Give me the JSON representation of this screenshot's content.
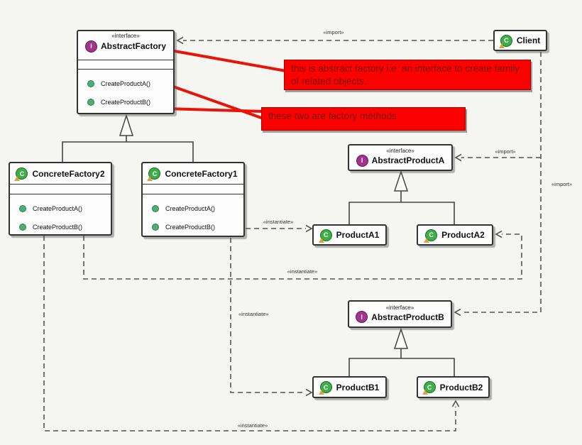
{
  "diagram": {
    "title": "Abstract Factory pattern UML class diagram",
    "icon_letters": {
      "interface": "I",
      "class": "C"
    },
    "classes": {
      "abstract_factory": {
        "stereotype": "«interface»",
        "name": "AbstractFactory",
        "methods": [
          "CreateProductA()",
          "CreateProductB()"
        ]
      },
      "client": {
        "name": "Client"
      },
      "concrete_factory2": {
        "name": "ConcreteFactory2",
        "methods": [
          "CreateProductA()",
          "CreateProductB()"
        ]
      },
      "concrete_factory1": {
        "name": "ConcreteFactory1",
        "methods": [
          "CreateProductA()",
          "CreateProductB()"
        ]
      },
      "abstract_product_a": {
        "stereotype": "«interface»",
        "name": "AbstractProductA"
      },
      "product_a1": {
        "name": "ProductA1"
      },
      "product_a2": {
        "name": "ProductA2"
      },
      "abstract_product_b": {
        "stereotype": "«interface»",
        "name": "AbstractProductB"
      },
      "product_b1": {
        "name": "ProductB1"
      },
      "product_b2": {
        "name": "ProductB2"
      }
    },
    "annotations": {
      "note_abstract_factory": "this is abstract factory i.e. an interface to create family of related objects.",
      "note_factory_methods": "these two are factory methods"
    },
    "edges": [
      {
        "from": "Client",
        "to": "AbstractFactory",
        "label": "«import»"
      },
      {
        "from": "Client",
        "to": "AbstractProductA",
        "label": "«import»"
      },
      {
        "from": "Client",
        "to": "AbstractProductB",
        "label": "«import»"
      },
      {
        "from": "ConcreteFactory1",
        "to": "ProductA1",
        "label": "«instantiate»"
      },
      {
        "from": "ConcreteFactory2",
        "to": "ProductA2",
        "label": "«instantiate»"
      },
      {
        "from": "ConcreteFactory1",
        "to": "ProductB1",
        "label": "«instantiate»"
      },
      {
        "from": "ConcreteFactory2",
        "to": "ProductB2",
        "label": "«instantiate»"
      }
    ],
    "colors": {
      "note_background": "#fb0200",
      "note_text": "#7a1205",
      "pointer_line": "#e81309",
      "interface_icon": "#a2348e",
      "class_icon": "#3fae49",
      "method_dot": "#4fae72",
      "wire_gray": "#555555",
      "box_border": "#333333",
      "background": "#f5f5f2"
    }
  }
}
